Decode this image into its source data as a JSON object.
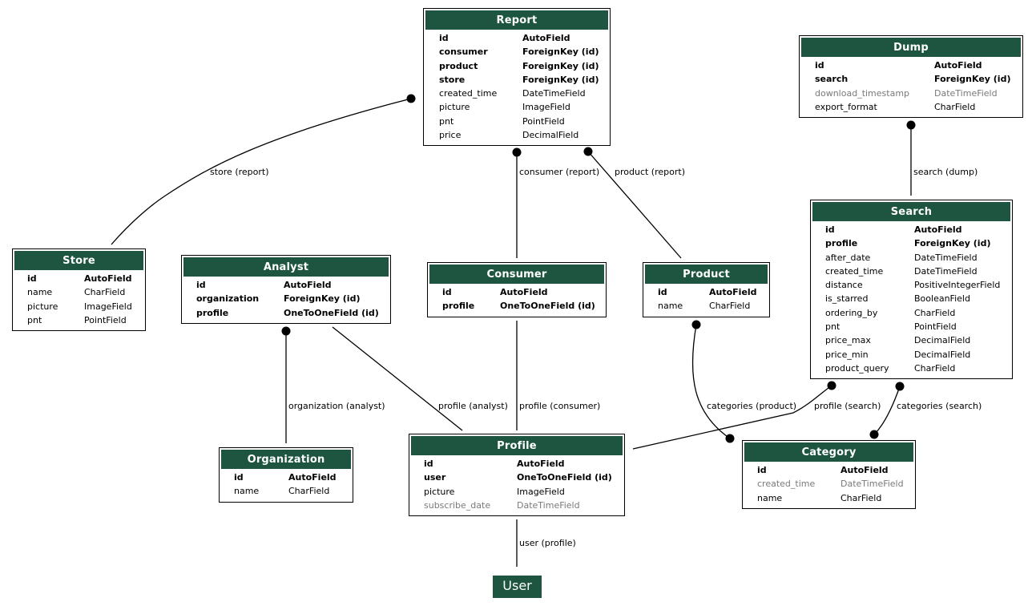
{
  "models": {
    "report": {
      "name": "Report",
      "fields": [
        {
          "name": "id",
          "type": "AutoField",
          "style": "key"
        },
        {
          "name": "consumer",
          "type": "ForeignKey (id)",
          "style": "key"
        },
        {
          "name": "product",
          "type": "ForeignKey (id)",
          "style": "key"
        },
        {
          "name": "store",
          "type": "ForeignKey (id)",
          "style": "key"
        },
        {
          "name": "created_time",
          "type": "DateTimeField",
          "style": "normal"
        },
        {
          "name": "picture",
          "type": "ImageField",
          "style": "normal"
        },
        {
          "name": "pnt",
          "type": "PointField",
          "style": "normal"
        },
        {
          "name": "price",
          "type": "DecimalField",
          "style": "normal"
        }
      ]
    },
    "dump": {
      "name": "Dump",
      "fields": [
        {
          "name": "id",
          "type": "AutoField",
          "style": "key"
        },
        {
          "name": "search",
          "type": "ForeignKey (id)",
          "style": "key"
        },
        {
          "name": "download_timestamp",
          "type": "DateTimeField",
          "style": "inherited"
        },
        {
          "name": "export_format",
          "type": "CharField",
          "style": "normal"
        }
      ]
    },
    "store": {
      "name": "Store",
      "fields": [
        {
          "name": "id",
          "type": "AutoField",
          "style": "key"
        },
        {
          "name": "name",
          "type": "CharField",
          "style": "normal"
        },
        {
          "name": "picture",
          "type": "ImageField",
          "style": "normal"
        },
        {
          "name": "pnt",
          "type": "PointField",
          "style": "normal"
        }
      ]
    },
    "analyst": {
      "name": "Analyst",
      "fields": [
        {
          "name": "id",
          "type": "AutoField",
          "style": "key"
        },
        {
          "name": "organization",
          "type": "ForeignKey (id)",
          "style": "key"
        },
        {
          "name": "profile",
          "type": "OneToOneField (id)",
          "style": "key"
        }
      ]
    },
    "consumer": {
      "name": "Consumer",
      "fields": [
        {
          "name": "id",
          "type": "AutoField",
          "style": "key"
        },
        {
          "name": "profile",
          "type": "OneToOneField (id)",
          "style": "key"
        }
      ]
    },
    "product": {
      "name": "Product",
      "fields": [
        {
          "name": "id",
          "type": "AutoField",
          "style": "key"
        },
        {
          "name": "name",
          "type": "CharField",
          "style": "normal"
        }
      ]
    },
    "search": {
      "name": "Search",
      "fields": [
        {
          "name": "id",
          "type": "AutoField",
          "style": "key"
        },
        {
          "name": "profile",
          "type": "ForeignKey (id)",
          "style": "key"
        },
        {
          "name": "after_date",
          "type": "DateTimeField",
          "style": "normal"
        },
        {
          "name": "created_time",
          "type": "DateTimeField",
          "style": "normal"
        },
        {
          "name": "distance",
          "type": "PositiveIntegerField",
          "style": "normal"
        },
        {
          "name": "is_starred",
          "type": "BooleanField",
          "style": "normal"
        },
        {
          "name": "ordering_by",
          "type": "CharField",
          "style": "normal"
        },
        {
          "name": "pnt",
          "type": "PointField",
          "style": "normal"
        },
        {
          "name": "price_max",
          "type": "DecimalField",
          "style": "normal"
        },
        {
          "name": "price_min",
          "type": "DecimalField",
          "style": "normal"
        },
        {
          "name": "product_query",
          "type": "CharField",
          "style": "normal"
        }
      ]
    },
    "organization": {
      "name": "Organization",
      "fields": [
        {
          "name": "id",
          "type": "AutoField",
          "style": "key"
        },
        {
          "name": "name",
          "type": "CharField",
          "style": "normal"
        }
      ]
    },
    "profile": {
      "name": "Profile",
      "fields": [
        {
          "name": "id",
          "type": "AutoField",
          "style": "key"
        },
        {
          "name": "user",
          "type": "OneToOneField (id)",
          "style": "key"
        },
        {
          "name": "picture",
          "type": "ImageField",
          "style": "normal"
        },
        {
          "name": "subscribe_date",
          "type": "DateTimeField",
          "style": "inherited"
        }
      ]
    },
    "category": {
      "name": "Category",
      "fields": [
        {
          "name": "id",
          "type": "AutoField",
          "style": "key"
        },
        {
          "name": "created_time",
          "type": "DateTimeField",
          "style": "inherited"
        },
        {
          "name": "name",
          "type": "CharField",
          "style": "normal"
        }
      ]
    }
  },
  "user_node": {
    "name": "User"
  },
  "relations": [
    {
      "id": "store-report",
      "label": "store (report)"
    },
    {
      "id": "consumer-report",
      "label": "consumer (report)"
    },
    {
      "id": "product-report",
      "label": "product (report)"
    },
    {
      "id": "search-dump",
      "label": "search (dump)"
    },
    {
      "id": "organization-analyst",
      "label": "organization (analyst)"
    },
    {
      "id": "profile-analyst",
      "label": "profile (analyst)"
    },
    {
      "id": "profile-consumer",
      "label": "profile (consumer)"
    },
    {
      "id": "categories-product",
      "label": "categories (product)"
    },
    {
      "id": "profile-search",
      "label": "profile (search)"
    },
    {
      "id": "categories-search",
      "label": "categories (search)"
    },
    {
      "id": "user-profile",
      "label": "user (profile)"
    }
  ],
  "colors": {
    "header": "#1d5540",
    "inherited_text": "#7a7a7a",
    "edge": "#000000"
  }
}
